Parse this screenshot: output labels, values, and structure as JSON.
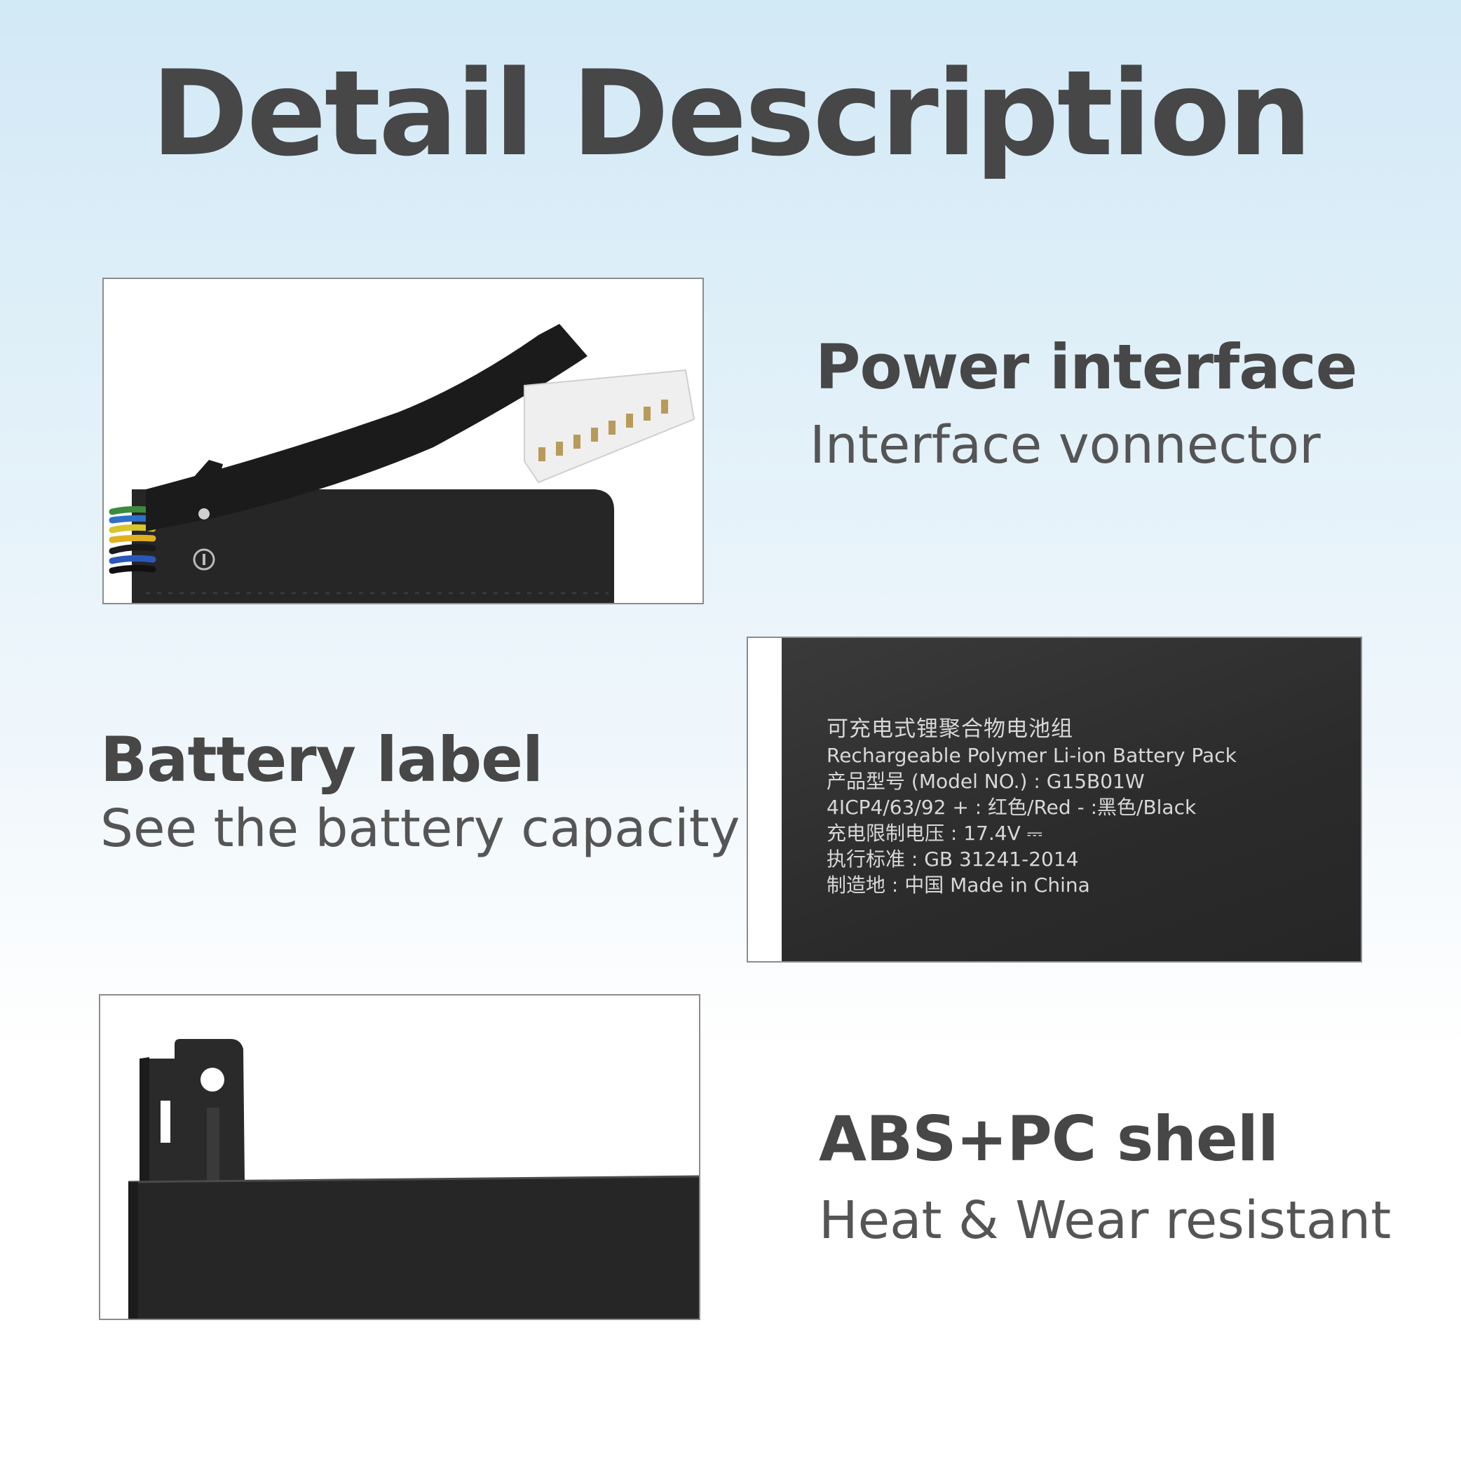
{
  "header": {
    "title": "Detail Description"
  },
  "features": [
    {
      "title": "Power interface",
      "subtitle": "Interface vonnector"
    },
    {
      "title": "Battery label",
      "subtitle": "See the battery capacity"
    },
    {
      "title": "ABS+PC shell",
      "subtitle": "Heat & Wear resistant"
    }
  ],
  "battery_label": {
    "line1": "可充电式锂聚合物电池组",
    "line2": "Rechargeable Polymer Li-ion Battery Pack",
    "line3": "产品型号 (Model NO.) : G15B01W",
    "line4": "4ICP4/63/92      + : 红色/Red    - :黑色/Black",
    "line5": "充电限制电压 : 17.4V ⎓",
    "line6": "执行标准 : GB 31241-2014",
    "line7": "制造地 : 中国   Made in China"
  },
  "colors": {
    "text_dark": "#474747",
    "text_sub": "#555555",
    "battery_black": "#2b2b2b"
  }
}
